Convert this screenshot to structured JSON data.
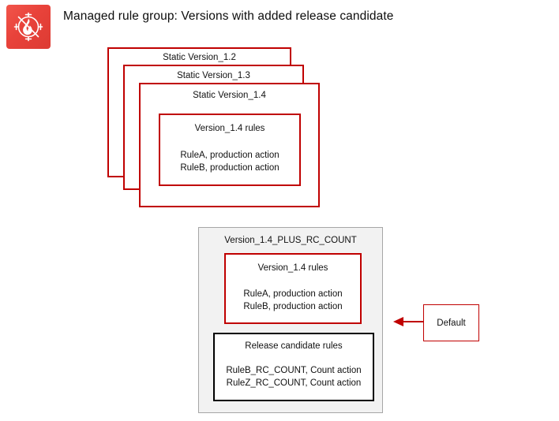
{
  "diagram": {
    "title": "Managed rule group: Versions with added release candidate",
    "logo": {
      "icon": "aws-waf-icon",
      "color": "#e8423a"
    },
    "colors": {
      "red_border": "#C00000",
      "black_border": "#000000",
      "gray_border": "#A6A6A6",
      "gray_fill": "#F2F2F2",
      "arrow": "#C00000"
    },
    "version_stack": [
      {
        "label": "Static Version_1.2"
      },
      {
        "label": "Static Version_1.3"
      },
      {
        "label": "Static Version_1.4"
      }
    ],
    "static_rules_box": {
      "title": "Version_1.4 rules",
      "rules": [
        "RuleA, production action",
        "RuleB, production action"
      ]
    },
    "rc_container": {
      "title": "Version_1.4_PLUS_RC_COUNT",
      "production_rules_box": {
        "title": "Version_1.4 rules",
        "rules": [
          "RuleA, production action",
          "RuleB, production action"
        ]
      },
      "release_candidate_box": {
        "title": "Release candidate rules",
        "rules": [
          "RuleB_RC_COUNT, Count action",
          "RuleZ_RC_COUNT, Count action"
        ]
      }
    },
    "callout": {
      "label": "Default",
      "arrow_direction": "left"
    }
  }
}
